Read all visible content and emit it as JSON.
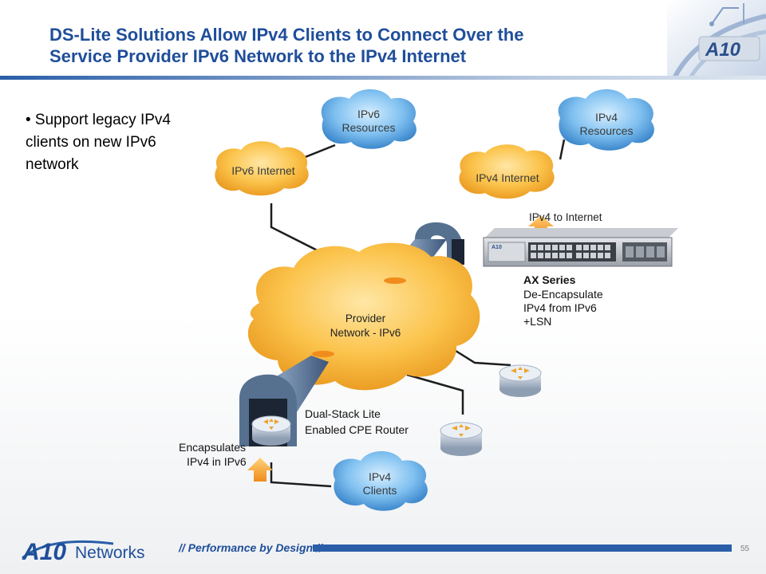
{
  "slide": {
    "title_line1": "DS-Lite Solutions Allow IPv4 Clients to Connect Over the",
    "title_line2": "Service Provider IPv6 Network to the IPv4 Internet",
    "bullet": "• Support legacy IPv4 clients on new IPv6 network",
    "page_number": "55"
  },
  "diagram": {
    "clouds": {
      "ipv6_resources": [
        "IPv6",
        "Resources"
      ],
      "ipv6_internet": "IPv6 Internet",
      "ipv4_resources": [
        "IPv4",
        "Resources"
      ],
      "ipv4_internet": "IPv4 Internet",
      "provider_network": [
        "Provider",
        "Network - IPv6"
      ],
      "ipv4_clients": [
        "IPv4",
        "Clients"
      ]
    },
    "labels": {
      "ipv4_to_internet": "IPv4 to Internet",
      "ax_series_title": "AX Series",
      "ax_series_desc": [
        "De-Encapsulate",
        "IPv4 from IPv6",
        "+LSN"
      ],
      "cpe_router": [
        "Dual-Stack Lite",
        "Enabled CPE Router"
      ],
      "encapsulates": [
        "Encapsulates",
        "IPv4 in IPv6"
      ]
    },
    "device_badge": "A10"
  },
  "footer": {
    "logo_mark": "A10",
    "logo_word": "Networks",
    "tagline": "// Performance by Design //"
  },
  "colors": {
    "brand_blue": "#1f4e9a",
    "orange_cloud": "#f5a523",
    "blue_cloud": "#3f8fd6"
  }
}
